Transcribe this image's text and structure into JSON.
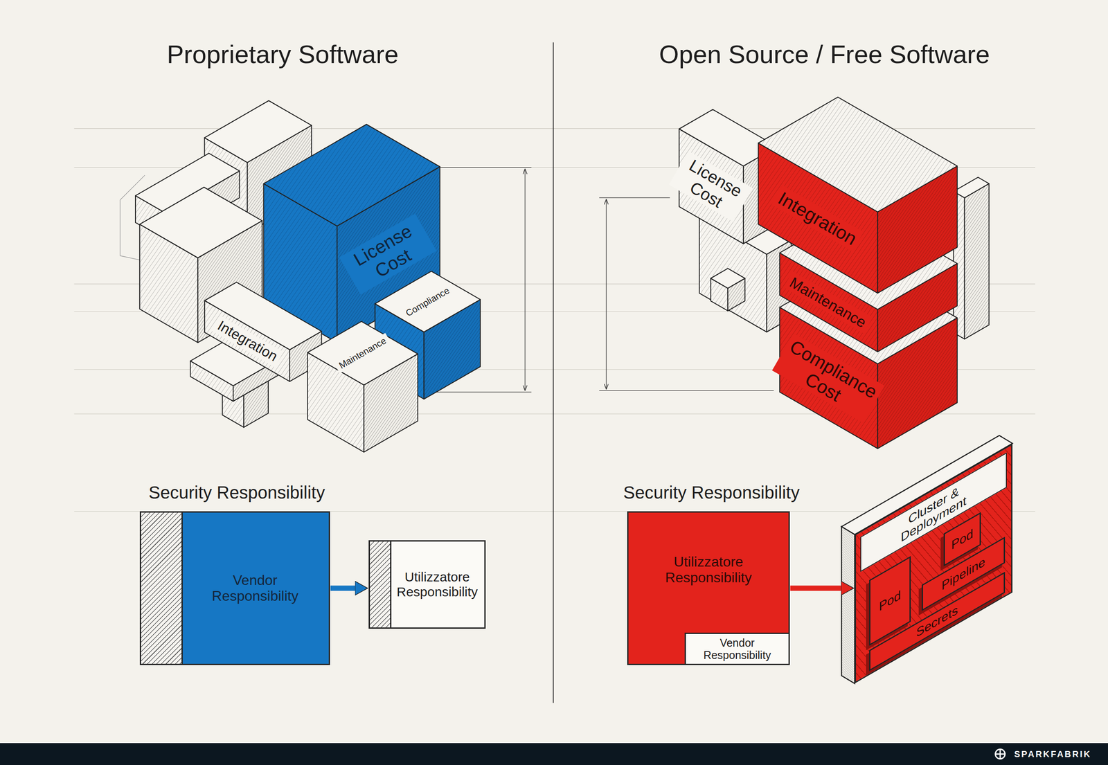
{
  "diagram": {
    "nodes": [
      {
        "text": [
          "License Cost"
        ]
      },
      {
        "text": [
          "Integration"
        ]
      },
      {
        "text": [
          "Maintenance"
        ]
      },
      {
        "text": [
          "Compliance"
        ]
      },
      {
        "text": [
          "Vendor Responsibility"
        ]
      },
      {
        "text": [
          "Utilizzatore Responsibility"
        ]
      },
      {
        "text": [
          "License Cost"
        ]
      },
      {
        "text": [
          "Integration"
        ]
      },
      {
        "text": [
          "Maintenance"
        ]
      },
      {
        "text": [
          "Compliance Cost"
        ]
      },
      {
        "text": [
          "Utilizzatore Responsibility"
        ]
      },
      {
        "text": [
          "Vendor Responsibility"
        ],
        "in": 10
      },
      {
        "text": [
          "Cluster & Deployment"
        ]
      },
      {
        "text": [
          "Pod"
        ],
        "in": 12
      },
      {
        "text": [
          "Pod"
        ],
        "in": 12
      },
      {
        "text": [
          "Pipeline"
        ],
        "in": 12
      },
      {
        "text": [
          "Secrets"
        ],
        "in": 12
      }
    ],
    "edges": [
      {
        "from": 4,
        "to": 5,
        "arrow": "to"
      },
      {
        "from": 10,
        "to": 12,
        "arrow": "to"
      }
    ],
    "labels": [
      "Proprietary Software",
      "Open Source / Free Software",
      "Security Responsibility",
      "Security Responsibility",
      "SPARKFABRIK"
    ]
  }
}
